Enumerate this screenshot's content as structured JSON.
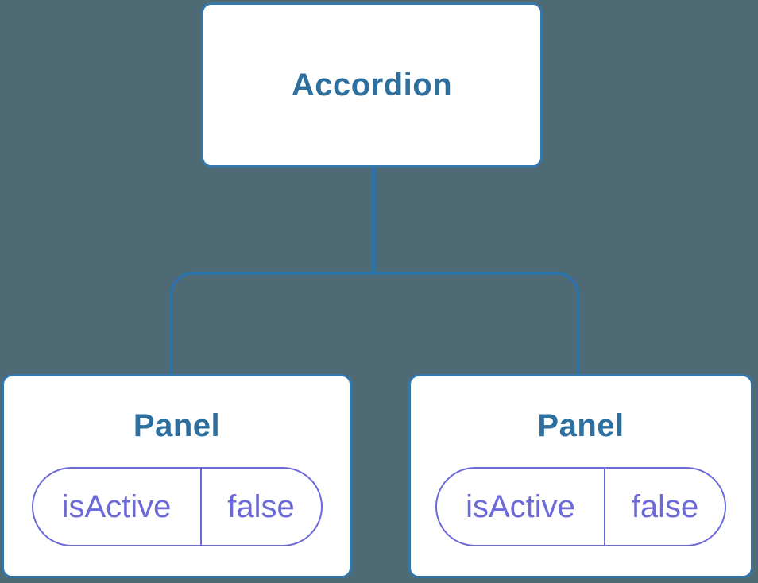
{
  "diagram": {
    "type": "component-tree",
    "root": {
      "label": "Accordion"
    },
    "children": [
      {
        "label": "Panel",
        "state": {
          "key": "isActive",
          "value": "false"
        }
      },
      {
        "label": "Panel",
        "state": {
          "key": "isActive",
          "value": "false"
        }
      }
    ]
  },
  "colors": {
    "background": "#4e6a74",
    "connector": "#2f72a7",
    "node_border": "#3577a9",
    "node_fill": "#ffffff",
    "title_text": "#2d6f9e",
    "state_accent": "#6c69d9"
  }
}
